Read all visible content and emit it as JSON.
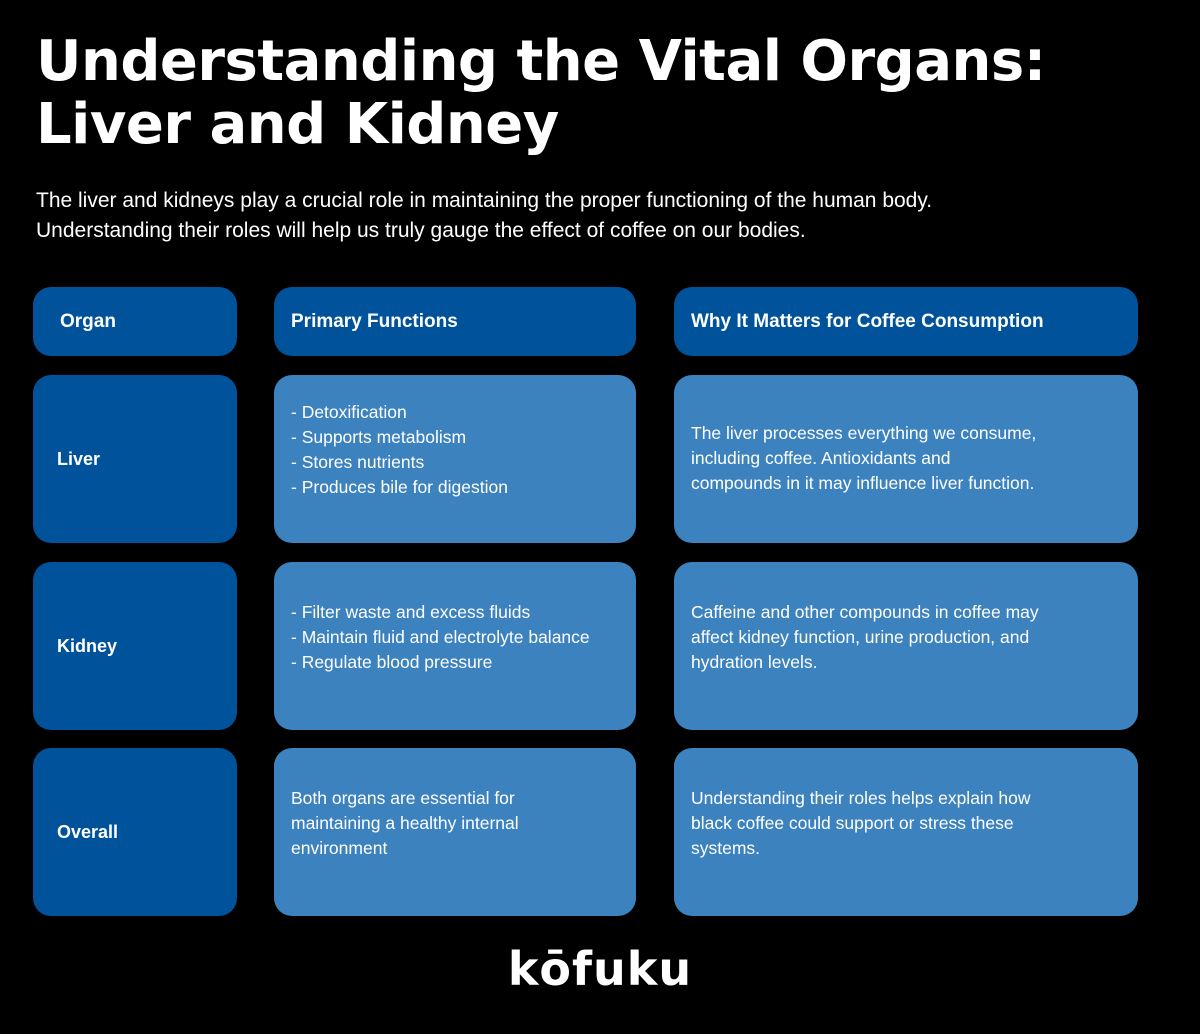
{
  "title": {
    "line1": "Understanding the Vital Organs:",
    "line2": "Liver and Kidney"
  },
  "intro": {
    "line1": "The liver and kidneys play a crucial role in maintaining the proper functioning of the human body.",
    "line2": "Understanding their roles will help us truly gauge the effect of coffee on our bodies."
  },
  "table": {
    "headers": [
      "Organ",
      "Primary Functions",
      "Why It Matters for Coffee Consumption"
    ],
    "rows": [
      {
        "organ": "Liver",
        "functions": [
          "- Detoxification",
          "- Supports metabolism",
          "- Stores nutrients",
          "- Produces bile for digestion"
        ],
        "matters": [
          "The liver processes everything we consume,",
          "including coffee. Antioxidants and",
          "compounds in it may influence liver function."
        ]
      },
      {
        "organ": "Kidney",
        "functions": [
          "- Filter waste and excess fluids",
          "- Maintain fluid and electrolyte balance",
          "- Regulate blood pressure"
        ],
        "matters": [
          "Caffeine and other compounds in coffee may",
          "affect kidney function, urine production, and",
          "hydration levels."
        ]
      },
      {
        "organ": "Overall",
        "functions": [
          "Both organs are essential for",
          "maintaining a healthy internal",
          "environment"
        ],
        "matters": [
          "Understanding their roles helps explain how",
          "black coffee could support or stress these",
          "systems."
        ]
      }
    ]
  },
  "logo": {
    "text": "kōfuku"
  },
  "colors": {
    "background": "#000000",
    "header_cell": "#00529b",
    "body_cell": "#3c82bf",
    "text": "#ffffff"
  }
}
